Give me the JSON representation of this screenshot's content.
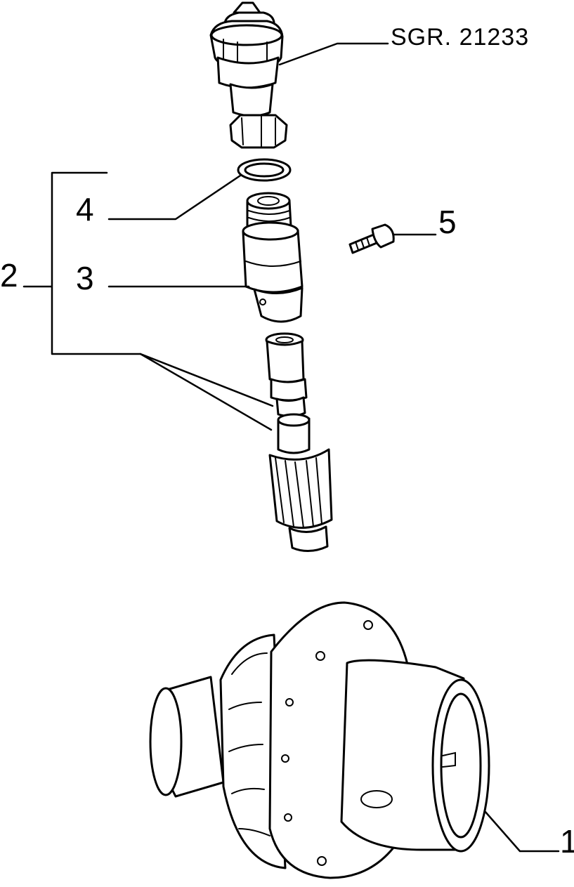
{
  "diagram": {
    "reference": "SGR. 21233",
    "callouts": {
      "c1": "1",
      "c2": "2",
      "c3": "3",
      "c4": "4",
      "c5": "5"
    }
  }
}
